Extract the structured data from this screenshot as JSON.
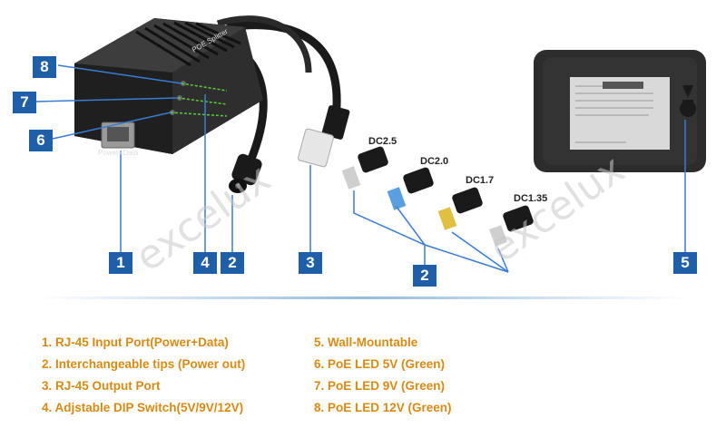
{
  "product": {
    "port_label": "Power+Data",
    "device_label": "POE Splitter",
    "watermark": "excelux"
  },
  "tips": [
    "DC2.5",
    "DC2.0",
    "DC1.7",
    "DC1.35"
  ],
  "badges": [
    "8",
    "7",
    "6",
    "1",
    "4",
    "2",
    "3",
    "2",
    "5"
  ],
  "legend_left": [
    "1. RJ-45 Input Port(Power+Data)",
    "2. Interchangeable tips (Power out)",
    "3. RJ-45 Output Port",
    "4. Adjstable DIP Switch(5V/9V/12V)"
  ],
  "legend_right": [
    "5. Wall-Mountable",
    "6. PoE LED 5V (Green)",
    "7. PoE LED 9V (Green)",
    "8. PoE LED 12V (Green)"
  ],
  "colors": {
    "badge": "#1f5fa8",
    "legend_text": "#d98a12",
    "leader_line": "#3a7bd5",
    "led_line": "#5ccc3a"
  }
}
